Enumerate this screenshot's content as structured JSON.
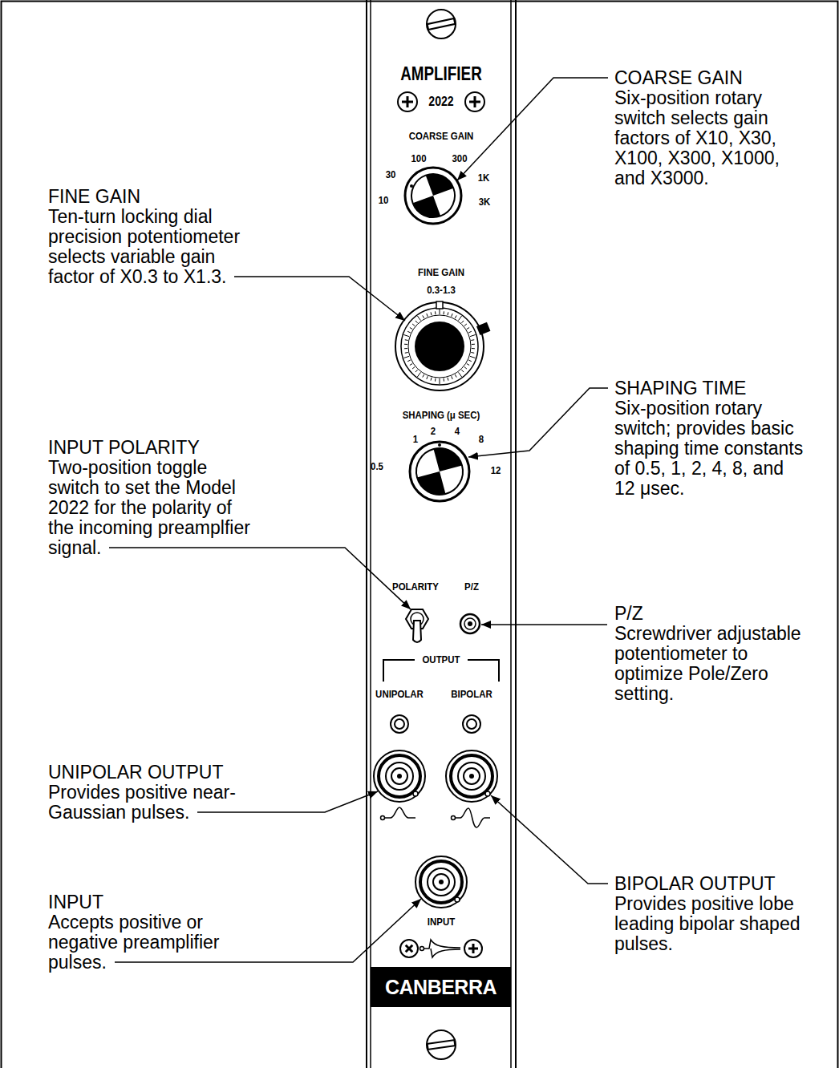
{
  "diagram": {
    "nodes": [
      {
        "text": [
          "AMPLIFIER",
          "2022"
        ]
      },
      {
        "text": [
          "CANBERRA"
        ],
        "in": 0
      }
    ],
    "labels": [
      "COARSE GAIN",
      "100",
      "300",
      "30",
      "1K",
      "10",
      "3K",
      "COARSE GAIN",
      "Six-position rotary switch selects gain factors of X10, X30, X100, X300, X1000, and X3000.",
      "FINE GAIN",
      "Ten-turn locking dial precision potentiometer selects variable gain factor of X0.3 to X1.3.",
      "FINE GAIN",
      "0.3-1.3",
      "SHAPING TIME",
      "Six-position rotary switch; provides basic shaping time constants of 0.5, 1, 2, 4, 8, and 12 μsec.",
      "SHAPING (μ SEC)",
      "1",
      "2",
      "4",
      "8",
      "0.5",
      "12",
      "INPUT POLARITY",
      "Two-position toggle switch to set the Model 2022 for the polarity of the incoming preamplfier signal.",
      "POLARITY",
      "P/Z",
      "P/Z",
      "Screwdriver adjustable potentiometer to optimize Pole/Zero setting.",
      "OUTPUT",
      "UNIPOLAR",
      "BIPOLAR",
      "UNIPOLAR OUTPUT",
      "Provides positive near-Gaussian pulses.",
      "BIPOLAR OUTPUT",
      "Provides positive lobe leading bipolar shaped pulses.",
      "INPUT",
      "Accepts positive or negative preamplifier pulses.",
      "INPUT"
    ]
  }
}
